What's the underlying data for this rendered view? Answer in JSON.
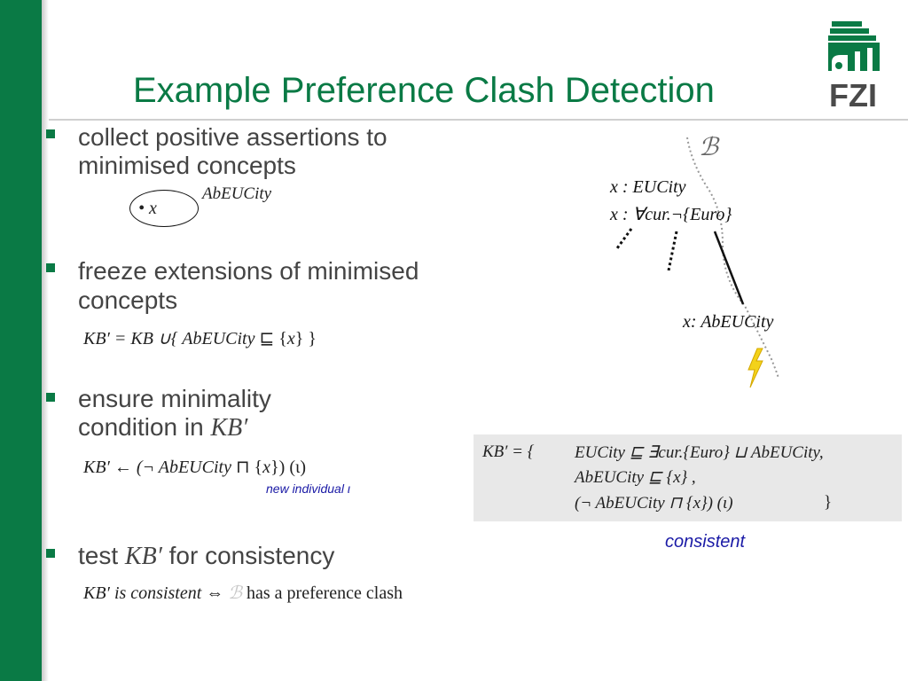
{
  "slide": {
    "title": "Example Preference Clash Detection"
  },
  "logo": {
    "text": "FZI"
  },
  "bullets": [
    {
      "line1": "collect positive assertions to",
      "line2": "minimised concepts"
    },
    {
      "line1": "freeze extensions of minimised",
      "line2": "concepts"
    },
    {
      "line1": "ensure minimality",
      "line2_pre": "condition in ",
      "line2_math": "KB′"
    },
    {
      "pre": "test ",
      "math": "KB′",
      "post": " for consistency"
    }
  ],
  "b1": {
    "concept_label": "AbEUCity",
    "individual": "• x"
  },
  "b2": {
    "formula_a": "KB′ = KB ∪{ ",
    "formula_concept": "AbEUCity",
    "formula_b": " ⊑ {",
    "formula_x": "x",
    "formula_c": "} }"
  },
  "b3": {
    "formula_a": "KB′ ←  (¬ ",
    "formula_concept": "AbEUCity",
    "formula_b": " ⊓ {",
    "formula_x": "x",
    "formula_c": "}) (ι)",
    "note": "new individual ι"
  },
  "b4": {
    "formula_kb": "KB′",
    "formula_mid": " is consistent ",
    "formula_iff": "⇔",
    "formula_b": "ℬ",
    "formula_post": " has a preference clash"
  },
  "diagram": {
    "b_symbol": "ℬ",
    "assert1_x": "x",
    "assert1_rest": " : EUCity",
    "assert2_x": "x",
    "assert2_rest": " : ∀cur.¬{Euro}",
    "assert3_x": "x",
    "assert3_rest": ": AbEUCity",
    "colors": {
      "lightning": "#f3d21a",
      "dotted": "#999999"
    }
  },
  "kb_box": {
    "head": "KB′ = {",
    "row1": "EUCity ⊑ ∃cur.{Euro} ⊔ AbEUCity,",
    "row2": "AbEUCity  ⊑  {x} ,",
    "row3": "(¬ AbEUCity ⊓ {x}) (ι)",
    "close": "}",
    "status": "consistent"
  },
  "colors": {
    "brand_green": "#0a7a45",
    "accent_blue": "#1a1aa6"
  }
}
